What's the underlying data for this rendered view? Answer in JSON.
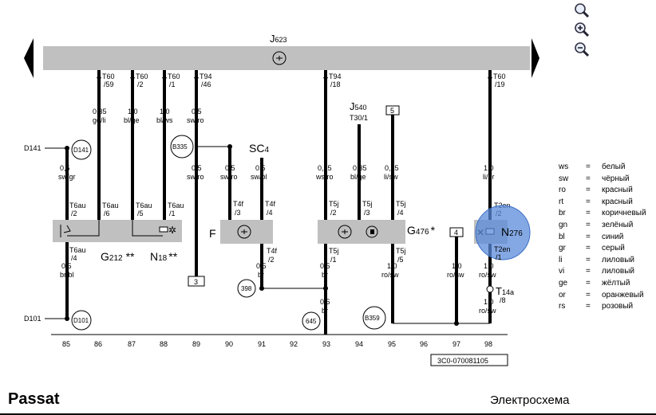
{
  "controls": {
    "zoom_reset_icon": "magnifier-icon",
    "zoom_in_icon": "zoom-in-icon",
    "zoom_out_icon": "zoom-out-icon",
    "prev_icon": "arrow-left-icon",
    "next_icon": "arrow-right-icon"
  },
  "module": {
    "name": "J",
    "sub": "623"
  },
  "pins": [
    {
      "conn": "T60",
      "pin": "/59",
      "size": "0,35",
      "color": "ge/li"
    },
    {
      "conn": "T60",
      "pin": "/2",
      "size": "1,0",
      "color": "bl/ge"
    },
    {
      "conn": "T60",
      "pin": "/1",
      "size": "1,0",
      "color": "bl/ws"
    },
    {
      "conn": "T94",
      "pin": "/46",
      "size": "0,5",
      "color": "sw/ro"
    },
    {
      "conn": "T94",
      "pin": "/18",
      "size": "0,35",
      "color": "ws/ro"
    },
    {
      "conn": "T60",
      "pin": "/19",
      "size": "1,0",
      "color": "li/br"
    }
  ],
  "labels": {
    "d141": "D141",
    "d141_circle": "D141",
    "d101": "D101",
    "d101_circle": "D101",
    "b335": "B335",
    "b359": "B359",
    "n398": "398",
    "n645": "645",
    "sc": "SC",
    "sc_sub": "4",
    "j540": "J",
    "j540_sub": "540",
    "j540_pin": "T30/1",
    "box5": "5",
    "box3": "3",
    "box4": "4",
    "g212": "G",
    "g212_sub": "212",
    "g212_mark": "**",
    "n18": "N",
    "n18_sub": "18",
    "n18_mark": "**",
    "f": "F",
    "g476": "G",
    "g476_sub": "476",
    "g476_mark": "*",
    "n276": "N",
    "n276_sub": "276",
    "t14a": "T",
    "t14a_sub": "14a",
    "t14a_pin": "/8",
    "diagram_id": "3C0-070081105"
  },
  "wires": {
    "w85_top_size": "0,5",
    "w85_top_color": "sw/gr",
    "w85_bot_size": "0,5",
    "w85_bot_color": "br/bl",
    "w89_size": "0,5",
    "w89_color": "sw/ro",
    "w90_size": "0,5",
    "w90_color": "sw/ro",
    "w91_size": "0,5",
    "w91_color": "sw/bl",
    "w91_bot_size": "0,5",
    "w91_bot_color": "br",
    "w93_bot_size": "0,5",
    "w93_bot_color": "br",
    "w93_b2_size": "0,5",
    "w93_b2_color": "br",
    "w94_size": "0,35",
    "w94_color": "bl/ge",
    "w95_size": "0,35",
    "w95_color": "li/sw",
    "w95_bot_size": "1,0",
    "w95_bot_color": "ro/sw",
    "w97_size": "1,0",
    "w97_color": "ro/sw",
    "w98_b1_size": "1,0",
    "w98_b1_color": "ro/sw",
    "w98_b2_size": "1,0",
    "w98_b2_color": "ro/sw"
  },
  "connectors": {
    "t6au_2": "T6au",
    "t6au_2p": "/2",
    "t6au_6": "T6au",
    "t6au_6p": "/6",
    "t6au_5": "T6au",
    "t6au_5p": "/5",
    "t6au_1": "T6au",
    "t6au_1p": "/1",
    "t6au_4": "T6au",
    "t6au_4p": "/4",
    "t4f_3": "T4f",
    "t4f_3p": "/3",
    "t4f_4": "T4f",
    "t4f_4p": "/4",
    "t4f_2": "T4f",
    "t4f_2p": "/2",
    "t5j_2": "T5j",
    "t5j_2p": "/2",
    "t5j_3": "T5j",
    "t5j_3p": "/3",
    "t5j_4": "T5j",
    "t5j_4p": "/4",
    "t5j_1": "T5j",
    "t5j_1p": "/1",
    "t5j_5": "T5j",
    "t5j_5p": "/5",
    "t2en_2": "T2en",
    "t2en_2p": "/2",
    "t2en_1": "T2en",
    "t2en_1p": "/1"
  },
  "columns": [
    "85",
    "86",
    "87",
    "88",
    "89",
    "90",
    "91",
    "92",
    "93",
    "94",
    "95",
    "96",
    "97",
    "98"
  ],
  "legend": [
    {
      "code": "ws",
      "eq": "=",
      "name": "белый"
    },
    {
      "code": "sw",
      "eq": "=",
      "name": "чёрный"
    },
    {
      "code": "ro",
      "eq": "=",
      "name": "красный"
    },
    {
      "code": "rt",
      "eq": "=",
      "name": "красный"
    },
    {
      "code": "br",
      "eq": "=",
      "name": "коричневый"
    },
    {
      "code": "gn",
      "eq": "=",
      "name": "зелёный"
    },
    {
      "code": "bl",
      "eq": "=",
      "name": "синий"
    },
    {
      "code": "gr",
      "eq": "=",
      "name": "серый"
    },
    {
      "code": "li",
      "eq": "=",
      "name": "лиловый"
    },
    {
      "code": "vi",
      "eq": "=",
      "name": "лиловый"
    },
    {
      "code": "ge",
      "eq": "=",
      "name": "жёлтый"
    },
    {
      "code": "or",
      "eq": "=",
      "name": "оранжевый"
    },
    {
      "code": "rs",
      "eq": "=",
      "name": "розовый"
    }
  ],
  "footer": {
    "model": "Passat",
    "title": "Электросхема"
  },
  "colors": {
    "module_fill": "#c0c0c0",
    "highlight": "#5b8bd9",
    "wire": "#000000"
  }
}
